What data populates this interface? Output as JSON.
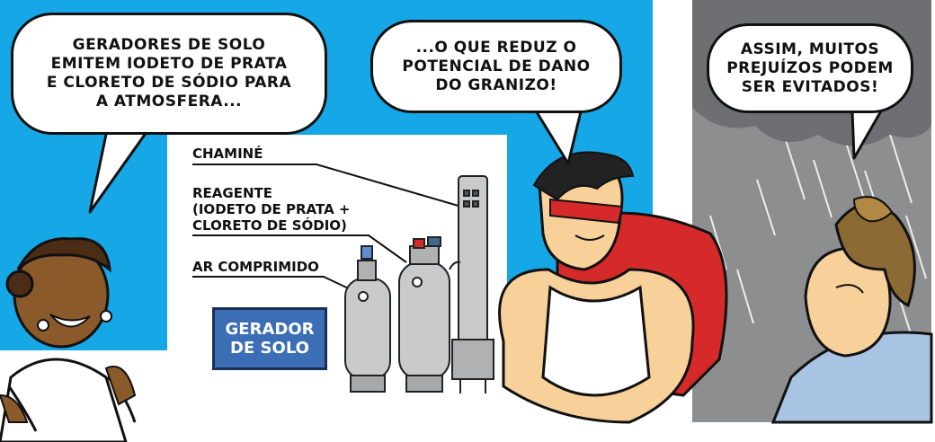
{
  "panel_left": {
    "background": "#15a7e6",
    "bubbles": [
      {
        "text": "GERADORES DE SOLO\nEMITEM IODETO DE PRATA\nE CLORETO DE SÓDIO PARA\nA ATMOSFERA..."
      },
      {
        "text": "...O QUE REDUZ O\nPOTENCIAL DE DANO\nDO GRANIZO!"
      }
    ],
    "diagram_labels": {
      "chimney": "CHAMINÉ",
      "reagent": "REAGENTE\n(IODETO DE PRATA +\nCLORETO DE SÓDIO)",
      "compressed_air": "AR COMPRIMIDO"
    },
    "box_label": "GERADOR\nDE SOLO",
    "box_color": "#3b6eb5"
  },
  "panel_right": {
    "background": "#8d8e90",
    "bubble": {
      "text": "ASSIM, MUITOS\nPREJUÍZOS PODEM\nSER EVITADOS!"
    }
  }
}
